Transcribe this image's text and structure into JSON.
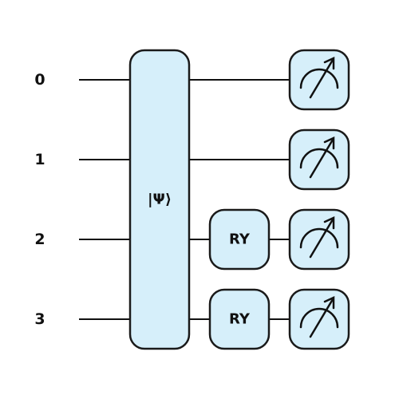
{
  "diagram": {
    "type": "quantum-circuit",
    "colors": {
      "gate_fill": "#d6effa",
      "gate_stroke": "#1a1a1a",
      "wire": "#111111",
      "text": "#111111",
      "background": "#ffffff"
    },
    "qubits": [
      {
        "label": "0"
      },
      {
        "label": "1"
      },
      {
        "label": "2"
      },
      {
        "label": "3"
      }
    ],
    "state_prep": {
      "label": "|Ψ⟩",
      "qubits": [
        0,
        1,
        2,
        3
      ]
    },
    "rotation_gates": [
      {
        "label": "RY",
        "qubit": 2
      },
      {
        "label": "RY",
        "qubit": 3
      }
    ],
    "measurements": [
      {
        "qubit": 0,
        "icon": "measurement-meter-icon"
      },
      {
        "qubit": 1,
        "icon": "measurement-meter-icon"
      },
      {
        "qubit": 2,
        "icon": "measurement-meter-icon"
      },
      {
        "qubit": 3,
        "icon": "measurement-meter-icon"
      }
    ]
  }
}
